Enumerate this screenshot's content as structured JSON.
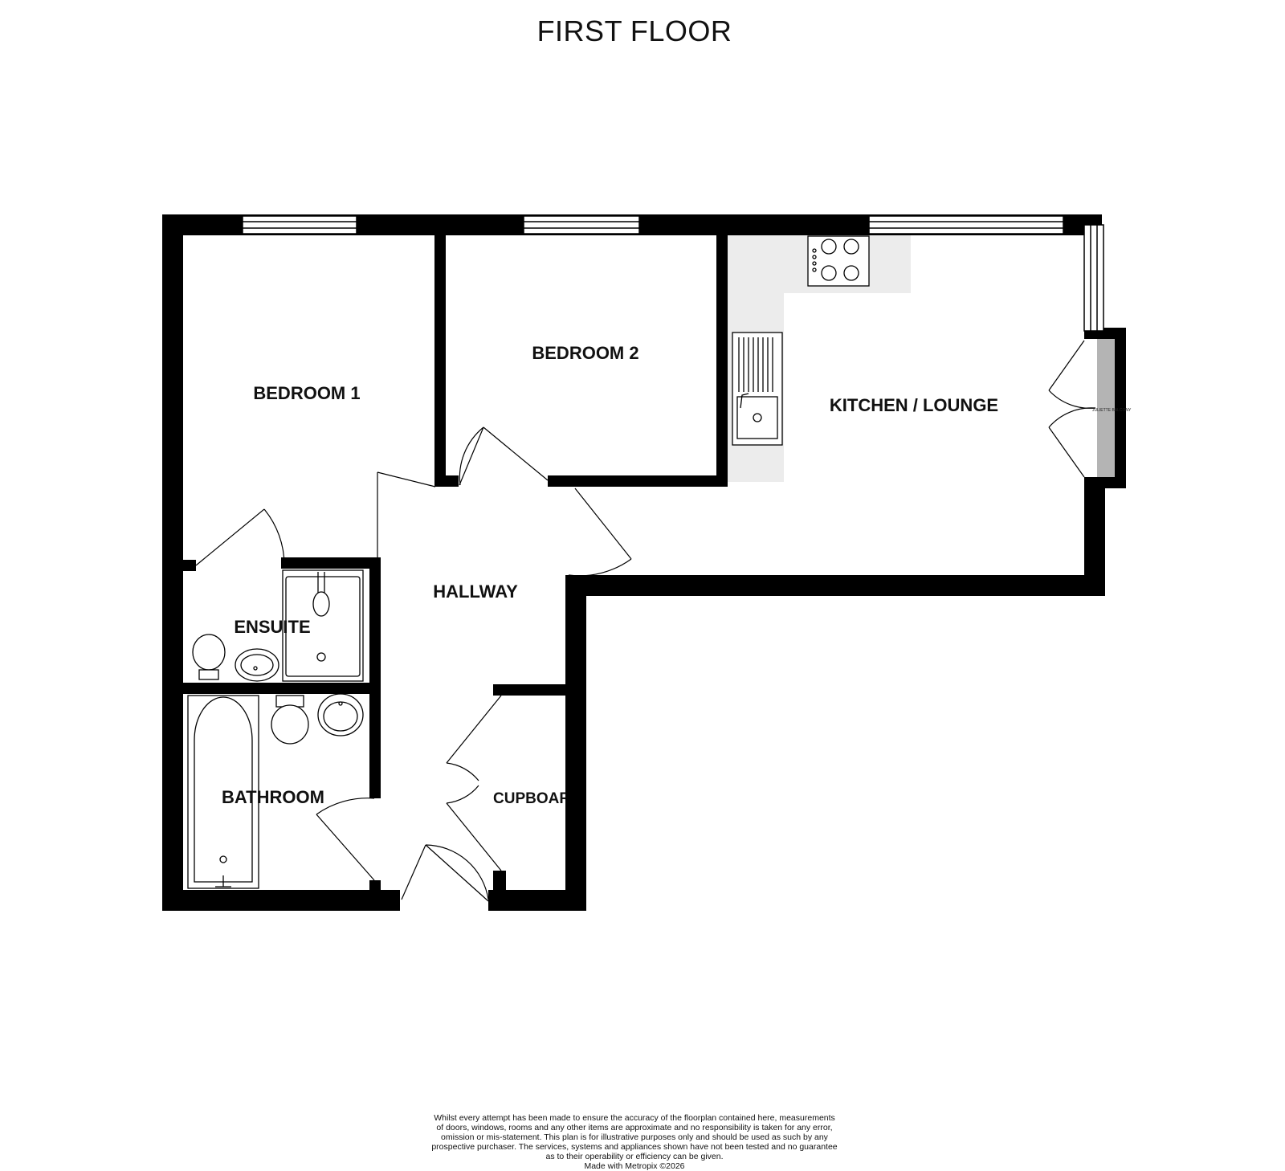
{
  "plan": {
    "title": "FIRST FLOOR",
    "rooms": {
      "bedroom1": "BEDROOM 1",
      "bedroom2": "BEDROOM 2",
      "kitchen_lounge": "KITCHEN / LOUNGE",
      "hallway": "HALLWAY",
      "ensuite": "ENSUITE",
      "bathroom": "BATHROOM",
      "cupboard": "CUPBOARD"
    },
    "balcony_label": "JULIETTE BALCONY"
  },
  "disclaimer": {
    "lines": [
      "Whilst every attempt has been made to ensure the accuracy of the floorplan contained here, measurements",
      "of doors, windows, rooms and any other items are approximate and no responsibility is taken for any error,",
      "omission or mis-statement. This plan is for illustrative purposes only and should be used as such by any",
      "prospective purchaser. The services, systems and appliances shown have not been tested and no guarantee",
      "as to their operability or efficiency can be given.",
      "Made with Metropix ©2026"
    ]
  }
}
